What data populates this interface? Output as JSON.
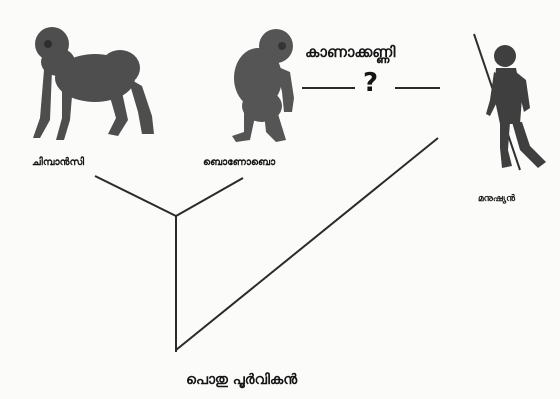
{
  "labels": {
    "chimpanzee": "ചിമ്പാൻസി",
    "bonobo": "ബൊണോബൊ",
    "human": "മനുഷ്യൻ",
    "common_ancestor": "പൊതു പൂർവികൻ",
    "missing_link": "കാണാക്കണ്ണി",
    "question_mark": "?"
  },
  "colors": {
    "line": "#2a2a2a",
    "figure": "#5a5a5a",
    "figure_dark": "#3b3b3b"
  }
}
